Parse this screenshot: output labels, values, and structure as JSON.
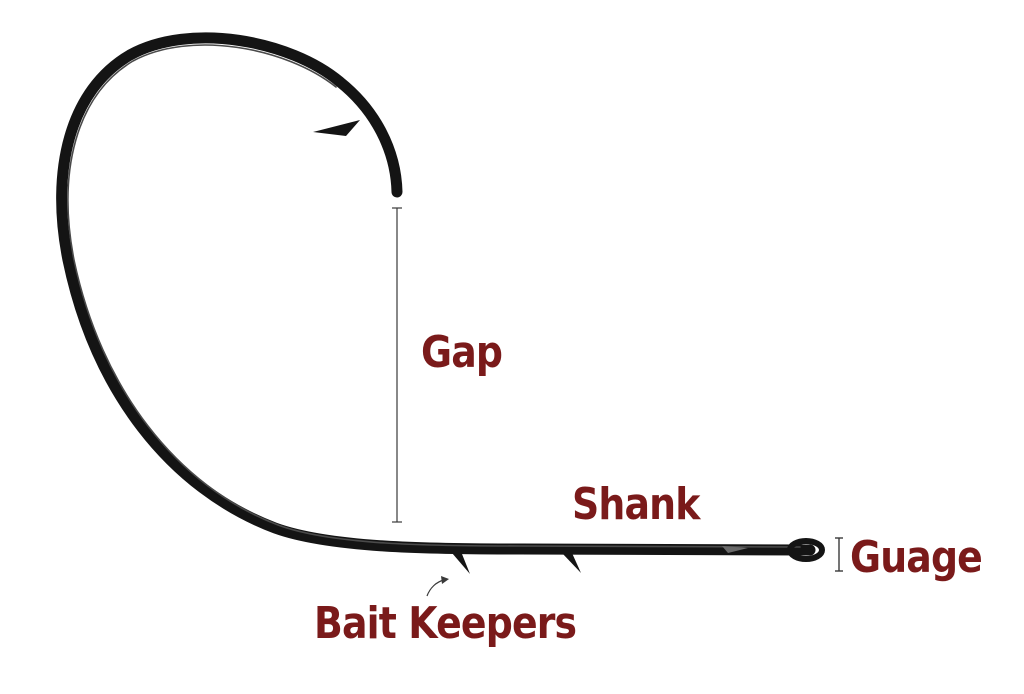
{
  "labels": {
    "gap": "Gap",
    "shank": "Shank",
    "guage": "Guage",
    "bait_keepers": "Bait Keepers"
  },
  "colors": {
    "label": "#7a1a1a",
    "hook": "#141414",
    "hook_highlight": "#4a4a4a",
    "measure_line": "#3a3a3a"
  }
}
